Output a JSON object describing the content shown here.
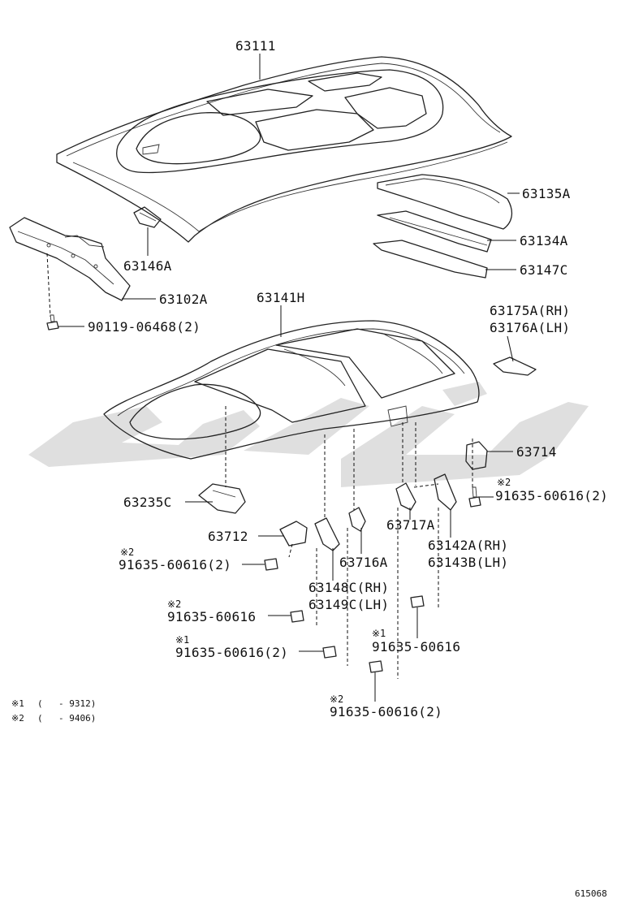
{
  "diagram_id": "615068",
  "watermark_color": "#d6d6d6",
  "parts": {
    "p63111": "63111",
    "p63135A": "63135A",
    "p63134A": "63134A",
    "p63147C": "63147C",
    "p63146A": "63146A",
    "p63102A": "63102A",
    "p90119": "90119-06468(2)",
    "p63141H": "63141H",
    "p63175A": "63175A(RH)",
    "p63176A": "63176A(LH)",
    "p63714": "63714",
    "p63235C": "63235C",
    "p63712": "63712",
    "p63717A": "63717A",
    "p63716A": "63716A",
    "p63142A": "63142A(RH)",
    "p63143B": "63143B(LH)",
    "p63148C": "63148C(RH)",
    "p63149C": "63149C(LH)",
    "b1_mark": "※2",
    "b1": "91635-60616(2)",
    "b2_mark": "※2",
    "b2": "91635-60616(2)",
    "b3_mark": "※2",
    "b3": "91635-60616",
    "b4_mark": "※1",
    "b4": "91635-60616(2)",
    "b5_mark": "※1",
    "b5": "91635-60616",
    "b6_mark": "※2",
    "b6": "91635-60616(2)"
  },
  "notes": [
    {
      "mark": "※1",
      "open": "(",
      "value": "- 9312)"
    },
    {
      "mark": "※2",
      "open": "(",
      "value": "- 9406)"
    }
  ]
}
